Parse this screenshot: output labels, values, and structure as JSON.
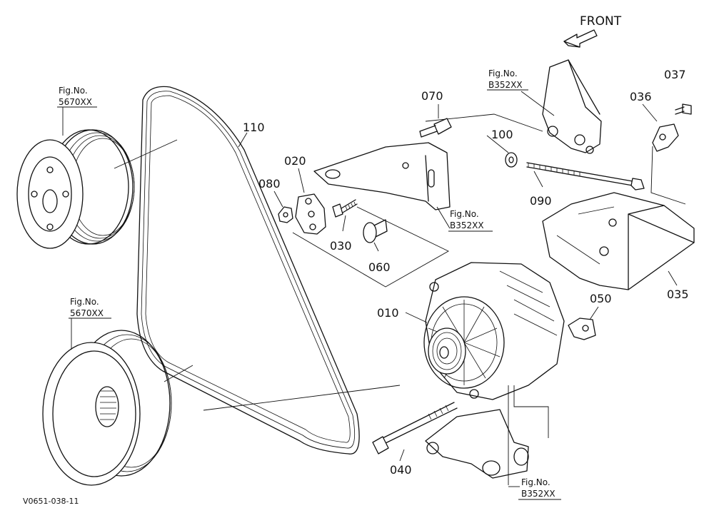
{
  "direction_label": "FRONT",
  "drawing_code": "V0651-038-11",
  "fig_refs": [
    {
      "id": "fig-upper-pulley",
      "label": "Fig.No.",
      "number": "5670XX"
    },
    {
      "id": "fig-lower-pulley",
      "label": "Fig.No.",
      "number": "5670XX"
    },
    {
      "id": "fig-bracket-top",
      "label": "Fig.No.",
      "number": "B352XX"
    },
    {
      "id": "fig-bracket-mid",
      "label": "Fig.No.",
      "number": "B352XX"
    },
    {
      "id": "fig-bracket-bottom",
      "label": "Fig.No.",
      "number": "B352XX"
    }
  ],
  "parts": [
    {
      "id": "part-010",
      "number": "010"
    },
    {
      "id": "part-020",
      "number": "020"
    },
    {
      "id": "part-030",
      "number": "030"
    },
    {
      "id": "part-035",
      "number": "035"
    },
    {
      "id": "part-036",
      "number": "036"
    },
    {
      "id": "part-037",
      "number": "037"
    },
    {
      "id": "part-040",
      "number": "040"
    },
    {
      "id": "part-050",
      "number": "050"
    },
    {
      "id": "part-060",
      "number": "060"
    },
    {
      "id": "part-070",
      "number": "070"
    },
    {
      "id": "part-080",
      "number": "080"
    },
    {
      "id": "part-090",
      "number": "090"
    },
    {
      "id": "part-100",
      "number": "100"
    },
    {
      "id": "part-110",
      "number": "110"
    }
  ]
}
